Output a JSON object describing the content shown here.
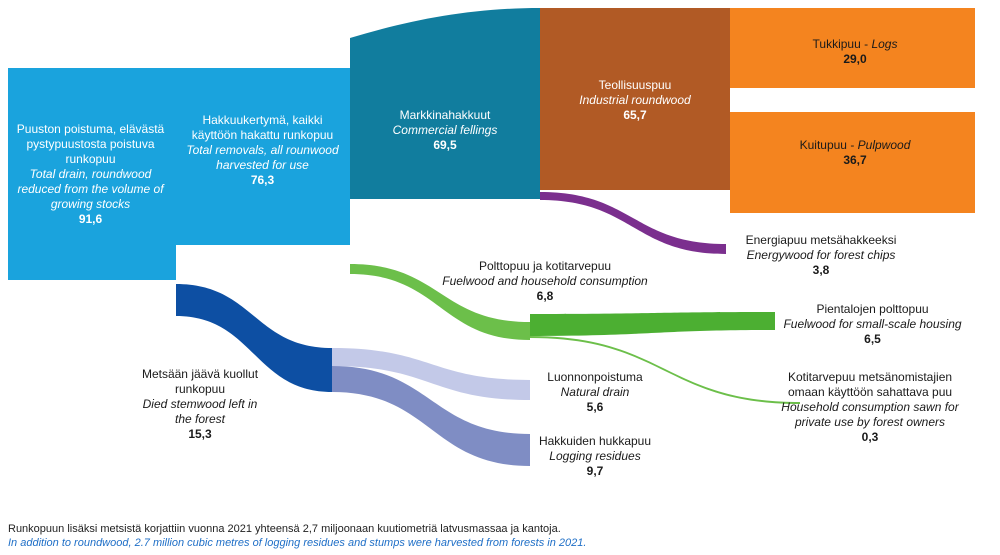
{
  "chart_data": {
    "type": "sankey",
    "nodes": [
      {
        "id": "total",
        "fi": "Puuston poistuma, elävästä pystypuustosta poistuva runkopuu",
        "en": "Total drain, roundwood reduced from the volume of growing stocks",
        "value": "91,6",
        "color": "#1aa3dd"
      },
      {
        "id": "removals",
        "fi": "Hakkuukertymä, kaikki käyttöön hakattu runkopuu",
        "en": "Total removals, all rounwood harvested for use",
        "value": "76,3",
        "color": "#1aa3dd"
      },
      {
        "id": "commercial",
        "fi": "Markkinahakkuut",
        "en": "Commercial fellings",
        "value": "69,5",
        "color": "#117d9e"
      },
      {
        "id": "industrial",
        "fi": "Teollisuuspuu",
        "en": "Industrial roundwood",
        "value": "65,7",
        "color": "#b15a25"
      },
      {
        "id": "logs",
        "fi": "Tukkipuu - ",
        "en": "Logs",
        "value": "29,0",
        "color": "#f4841f"
      },
      {
        "id": "pulp",
        "fi": "Kuitupuu - ",
        "en": "Pulpwood",
        "value": "36,7",
        "color": "#f4841f"
      },
      {
        "id": "energy",
        "fi": "Energiapuu metsähakkeeksi",
        "en": "Energywood for forest chips",
        "value": "3,8",
        "color": "#7b2f8e"
      },
      {
        "id": "fuelwood",
        "fi": "Polttopuu ja kotitarvepuu",
        "en": "Fuelwood and household consumption",
        "value": "6,8",
        "color": "#6cbf4a"
      },
      {
        "id": "smallscale",
        "fi": "Pientalojen polttopuu",
        "en": "Fuelwood for small-scale housing",
        "value": "6,5",
        "color": "#4caf32"
      },
      {
        "id": "household",
        "fi": "Kotitarvepuu metsänomistajien omaan käyttöön sahattava puu",
        "en": "Household consumption sawn for private use by forest owners",
        "value": "0,3",
        "color": "#6cbf4a"
      },
      {
        "id": "died",
        "fi": "Metsään jäävä kuollut runkopuu",
        "en": "Died stemwood left in the forest",
        "value": "15,3",
        "color": "#0d4fa3"
      },
      {
        "id": "natural",
        "fi": "Luonnonpoistuma",
        "en": "Natural drain",
        "value": "5,6",
        "color": "#c3c9e8"
      },
      {
        "id": "residues",
        "fi": "Hakkuiden hukkapuu",
        "en": "Logging residues",
        "value": "9,7",
        "color": "#7f8dc4"
      }
    ],
    "links": [
      {
        "source": "total",
        "target": "removals",
        "value": 76.3
      },
      {
        "source": "total",
        "target": "died",
        "value": 15.3
      },
      {
        "source": "removals",
        "target": "commercial",
        "value": 69.5
      },
      {
        "source": "removals",
        "target": "fuelwood",
        "value": 6.8
      },
      {
        "source": "commercial",
        "target": "industrial",
        "value": 65.7
      },
      {
        "source": "commercial",
        "target": "energy",
        "value": 3.8
      },
      {
        "source": "industrial",
        "target": "logs",
        "value": 29.0
      },
      {
        "source": "industrial",
        "target": "pulp",
        "value": 36.7
      },
      {
        "source": "fuelwood",
        "target": "smallscale",
        "value": 6.5
      },
      {
        "source": "fuelwood",
        "target": "household",
        "value": 0.3
      },
      {
        "source": "died",
        "target": "natural",
        "value": 5.6
      },
      {
        "source": "died",
        "target": "residues",
        "value": 9.7
      }
    ]
  },
  "footnote": {
    "fi": "Runkopuun lisäksi metsistä korjattiin vuonna 2021 yhteensä 2,7 miljoonaan kuutiometriä latvusmassaa ja kantoja.",
    "en": "In addition to roundwood, 2.7 million cubic metres of logging residues and stumps were harvested from forests in 2021."
  }
}
